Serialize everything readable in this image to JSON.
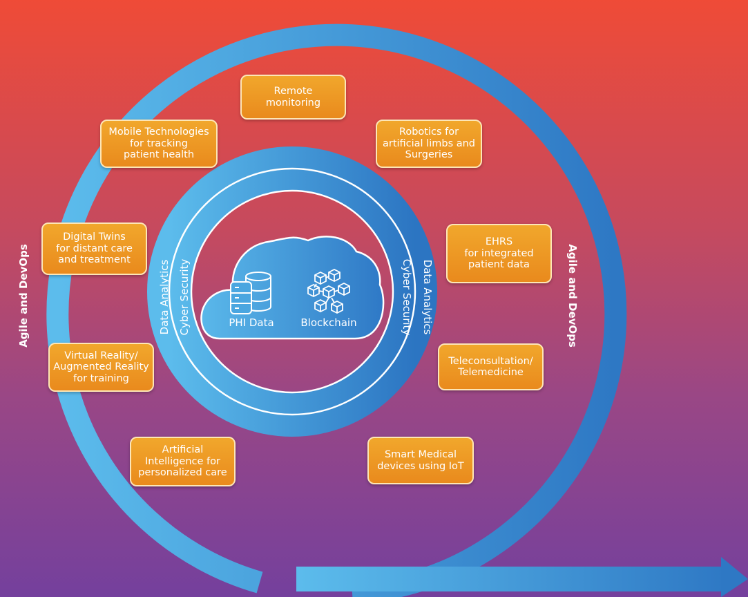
{
  "outer_ring_label": "Agile and DevOps",
  "inner_ring_labels": {
    "data_analytics": "Data Analytics",
    "cyber_security": "Cyber Security"
  },
  "cloud": {
    "phi_data_label": "PHI Data",
    "blockchain_label": "Blockchain",
    "phi_data_icon": "database-icon",
    "blockchain_icon": "blockchain-cubes-icon"
  },
  "technologies": [
    {
      "id": "remote-monitoring",
      "label": "Remote\nmonitoring"
    },
    {
      "id": "robotics",
      "label": "Robotics for\nartificial limbs and\nSurgeries"
    },
    {
      "id": "ehrs",
      "label": "EHRS\nfor integrated\npatient data"
    },
    {
      "id": "teleconsultation",
      "label": "Teleconsultation/\nTelemedicine"
    },
    {
      "id": "smart-medical-devices",
      "label": "Smart Medical\ndevices using IoT"
    },
    {
      "id": "artificial-intelligence",
      "label": "Artificial\nIntelligence for\npersonalized care"
    },
    {
      "id": "virtual-reality",
      "label": "Virtual Reality/\nAugmented Reality\nfor training"
    },
    {
      "id": "digital-twins",
      "label": "Digital Twins\nfor distant care\nand treatment"
    },
    {
      "id": "mobile-technologies",
      "label": "Mobile Technologies\nfor tracking\npatient health"
    }
  ],
  "colors": {
    "background_top": "#ef4b37",
    "background_bottom": "#74409d",
    "ring_light": "#5ab8ea",
    "ring_dark": "#2d78c4",
    "box_fill": "#ee9a25",
    "box_border": "#fde6b6"
  }
}
